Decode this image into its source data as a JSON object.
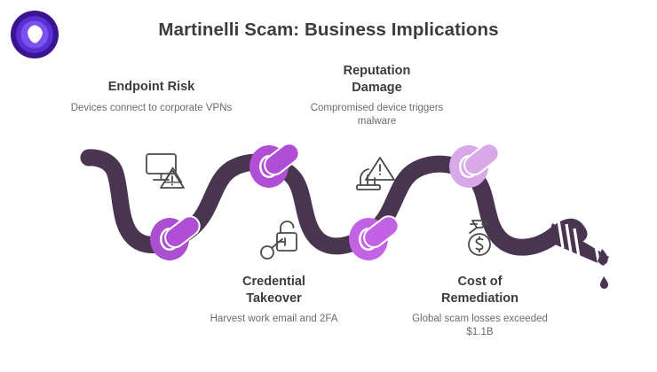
{
  "brand": {
    "logo_icon": "play-badge-logo",
    "outer_ring_color": "#3B1491",
    "mid_ring_color": "#6A3BE0",
    "inner_ring_color": "#8B62F0",
    "mark_color": "#FFFFFF"
  },
  "header": {
    "title": "Martinelli Scam: Business Implications",
    "title_color": "#3c3c3c"
  },
  "graphic": {
    "type": "knotted-rope-infographic",
    "rope_color": "#4A3551",
    "rope_highlight_color": "#FFFFFF",
    "knot_colors": [
      "#A94FD0",
      "#B04ED6",
      "#C462E6",
      "#D9A8E8"
    ],
    "end_cap": "paintbrush-tip",
    "drip_label": "drip-drop"
  },
  "steps": [
    {
      "id": "endpoint-risk",
      "title": "Endpoint Risk",
      "description": "Devices connect to corporate VPNs",
      "icon": "monitor-warning-icon",
      "position": "top"
    },
    {
      "id": "credential-takeover",
      "title": "Credential\nTakeover",
      "description": "Harvest work email and 2FA",
      "icon": "unlocked-padlock-key-icon",
      "position": "bottom"
    },
    {
      "id": "reputation-damage",
      "title": "Reputation\nDamage",
      "description": "Compromised device triggers malware",
      "icon": "declining-bar-chart-warning-icon",
      "position": "top"
    },
    {
      "id": "cost-of-remediation",
      "title": "Cost of\nRemediation",
      "description": "Global scam losses exceeded $1.1B",
      "icon": "money-bag-dollar-icon",
      "position": "bottom"
    }
  ]
}
